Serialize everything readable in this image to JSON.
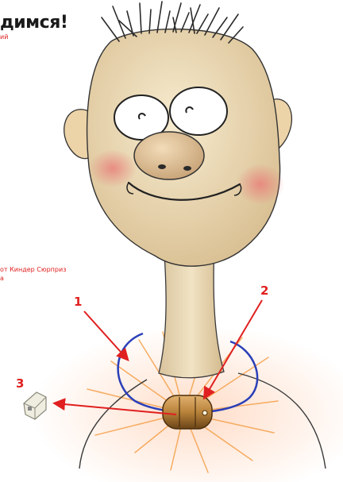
{
  "header": {
    "title": "димся!",
    "subtitle": "ий"
  },
  "caption": {
    "lines": [
      "от Киндер Сюрприз",
      "а"
    ]
  },
  "markers": [
    {
      "label": "1",
      "target": "blue-ring"
    },
    {
      "label": "2",
      "target": "brass-capsule"
    },
    {
      "label": "3",
      "target": "small-capsule"
    }
  ],
  "colors": {
    "marker": "#e02020",
    "ring": "#2a3fb8",
    "skin": "#f0dfb8",
    "capsule": "#b8823a"
  }
}
